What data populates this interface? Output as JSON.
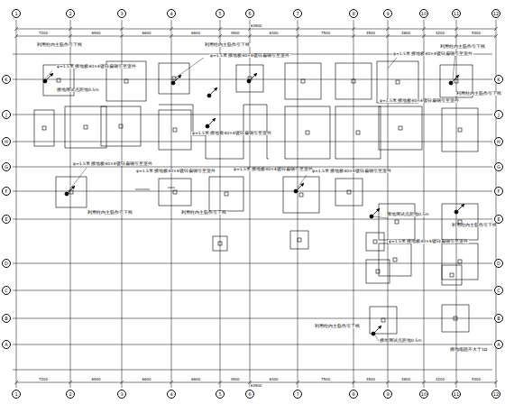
{
  "diagram": {
    "nodes": [
      {
        "text": [
          "1"
        ]
      },
      {
        "text": [
          "2"
        ]
      },
      {
        "text": [
          "3"
        ]
      },
      {
        "text": [
          "4"
        ]
      },
      {
        "text": [
          "5"
        ]
      },
      {
        "text": [
          "6"
        ]
      },
      {
        "text": [
          "7"
        ]
      },
      {
        "text": [
          "8"
        ]
      },
      {
        "text": [
          "9"
        ]
      },
      {
        "text": [
          "10"
        ]
      },
      {
        "text": [
          "11"
        ]
      },
      {
        "text": [
          "12"
        ]
      },
      {
        "text": [
          "K"
        ]
      },
      {
        "text": [
          "J"
        ]
      },
      {
        "text": [
          "H"
        ]
      },
      {
        "text": [
          "G"
        ]
      },
      {
        "text": [
          "F"
        ]
      },
      {
        "text": [
          "E"
        ]
      },
      {
        "text": [
          "D"
        ]
      },
      {
        "text": [
          "C"
        ]
      },
      {
        "text": [
          "B"
        ]
      },
      {
        "text": [
          "A"
        ]
      },
      {
        "text": [
          "K"
        ]
      },
      {
        "text": [
          "J"
        ]
      },
      {
        "text": [
          "H"
        ]
      },
      {
        "text": [
          "G"
        ]
      },
      {
        "text": [
          "F"
        ]
      },
      {
        "text": [
          "E"
        ]
      },
      {
        "text": [
          "D"
        ]
      },
      {
        "text": [
          "C"
        ]
      },
      {
        "text": [
          "B"
        ]
      },
      {
        "text": [
          "A"
        ]
      },
      {
        "text": [
          "1"
        ]
      },
      {
        "text": [
          "2"
        ]
      },
      {
        "text": [
          "3"
        ]
      },
      {
        "text": [
          "4"
        ]
      },
      {
        "text": [
          "5"
        ]
      },
      {
        "text": [
          "6"
        ]
      },
      {
        "text": [
          "7"
        ]
      },
      {
        "text": [
          "8"
        ]
      },
      {
        "text": [
          "9"
        ]
      },
      {
        "text": [
          "10"
        ]
      },
      {
        "text": [
          "11"
        ]
      },
      {
        "text": [
          "12"
        ]
      }
    ],
    "labels": [
      "7200",
      "6900",
      "6600",
      "6600",
      "3900",
      "6300",
      "7500",
      "4500",
      "4800",
      "4200",
      "5400",
      "63900",
      "7200",
      "6900",
      "6600",
      "6600",
      "3900",
      "6300",
      "7500",
      "4500",
      "4800",
      "4200",
      "5400",
      "63900",
      "利用柱内主筋作引下线",
      "φ=1.5米 接地极40×4镀锌扁钢引至室外",
      "接地测试点距地0.5m",
      "利用柱内主筋作引下线",
      "φ=1.5米 接地极40×4镀锌扁钢引至室外",
      "φ=1.5米 接地极40×4镀锌扁钢引至室外",
      "利用柱内主筋作引下线",
      "φ=1.5米 接地极40×4镀锌扁钢引至室外",
      "φ=1.5米 接地极40×4镀锌扁钢引至室外",
      "φ=1.5米 接地极40×4镀锌扁钢引至室外",
      "φ=1.5米 接地极40×4镀锌扁钢引至室外",
      "φ=1.5米 接地极40×4镀锌扁钢引至室外",
      "φ=1.5米 接地极40×4镀锌扁钢引至室外",
      "利用柱内主筋作引下线",
      "利用柱内主筋作引下线",
      "接地测试点距地0.5m",
      "利用柱内主筋作引下线",
      "φ=1.5米 接地极40×4镀锌扁钢引至室外",
      "利用柱内主筋作引下线",
      "接地测试点距地0.5m",
      "接地电阻不大于1Ω",
      "利用柱内主筋作引下线"
    ]
  }
}
